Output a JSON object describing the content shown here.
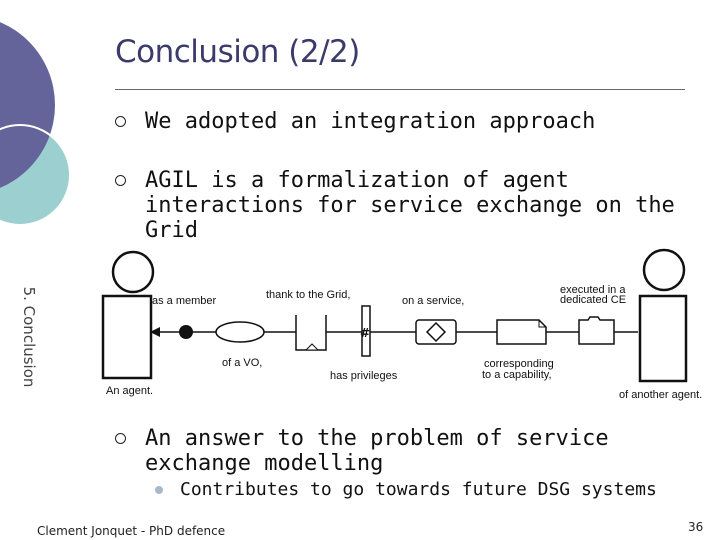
{
  "title": "Conclusion (2/2)",
  "section_tab": "5. Conclusion",
  "bullets": [
    {
      "lines": [
        "We adopted an integration approach"
      ]
    },
    {
      "lines": [
        "AGIL is a formalization of agent",
        "interactions for service exchange on the",
        "Grid"
      ]
    },
    {
      "lines": [
        "An answer to the problem of service",
        "exchange modelling"
      ]
    }
  ],
  "sub_bullet": "Contributes to go towards future DSG systems",
  "diagram": {
    "labels": {
      "as_a_member": "as a member",
      "thank_to_grid": "thank to the Grid,",
      "on_a_service": "on a service,",
      "executed_in_a": "executed in a",
      "dedicated_ce": "dedicated CE",
      "of_a_vo": "of a VO,",
      "has_privileges": "has privileges",
      "corresponding": "corresponding",
      "to_a_capability": "to a capability,",
      "an_agent": "An agent.",
      "of_another_agent": "of another agent."
    }
  },
  "footer": "Clement Jonquet - PhD defence",
  "page_number": "36",
  "colors": {
    "title": "#3b3b6b",
    "circle_dark": "#64649a",
    "circle_light": "#9ccfcf",
    "sub_bullet": "#a9b8c9"
  }
}
